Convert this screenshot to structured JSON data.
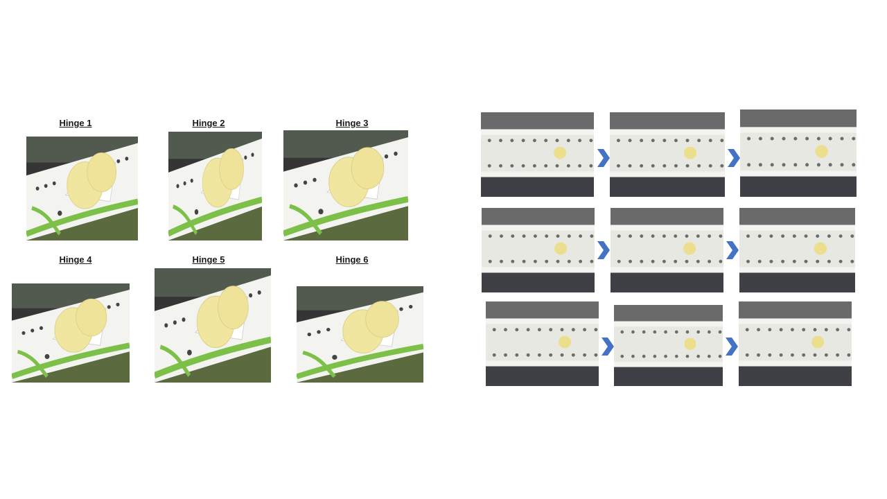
{
  "hinges": {
    "h1": "Hinge 1",
    "h2": "Hinge 2",
    "h3": "Hinge 3",
    "h4": "Hinge 4",
    "h5": "Hinge 5",
    "h6": "Hinge 6"
  },
  "colors": {
    "sealant_green": "#7cc04a",
    "masking_yellow": "#f1e6a0",
    "primer_white": "#f2f2ee",
    "arrow_blue": "#4472c4"
  }
}
